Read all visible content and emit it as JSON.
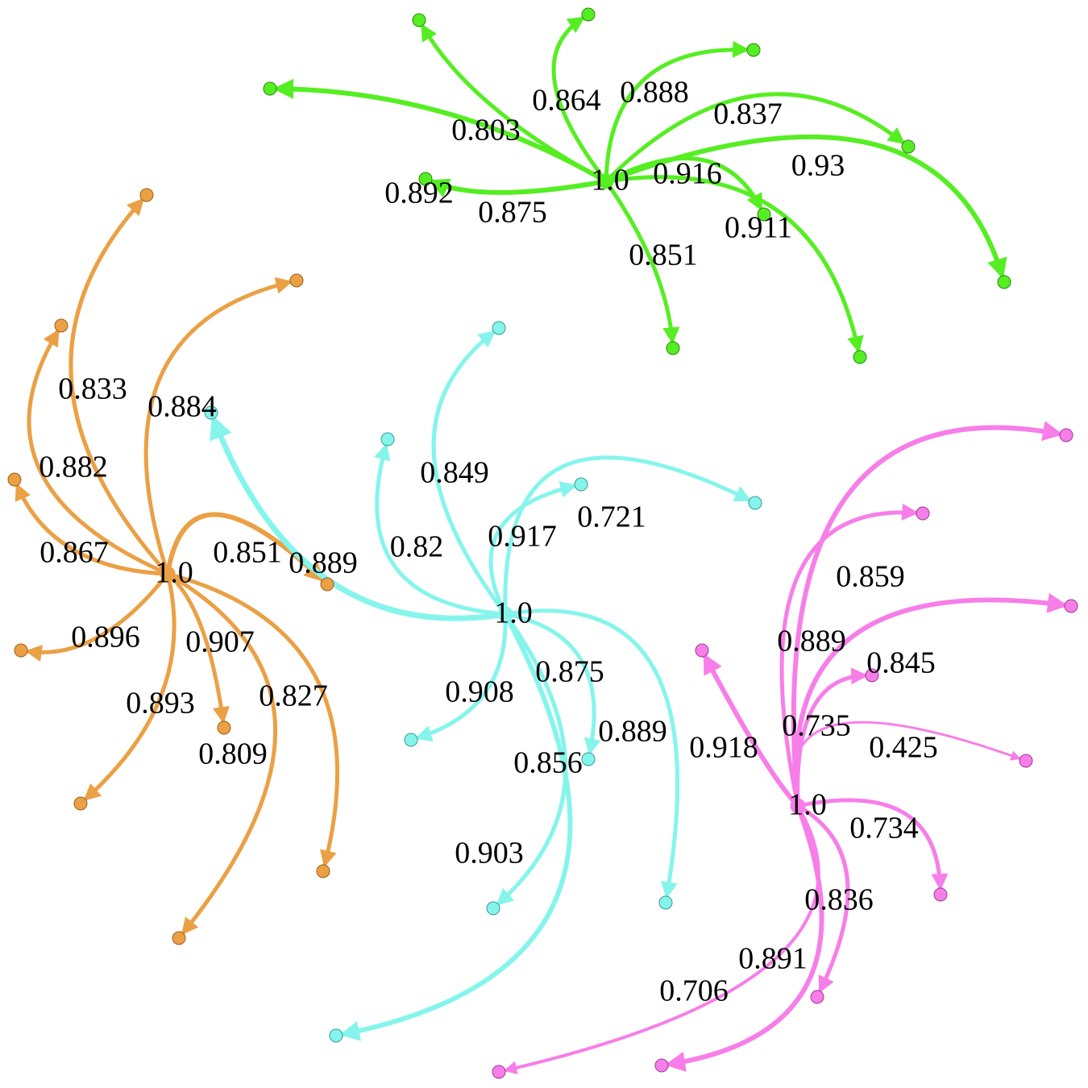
{
  "clusters": [
    {
      "name": "green",
      "color": "#55ee22",
      "node_stroke": "#2a8a10",
      "hub_label": "1.0",
      "edges": [
        {
          "label": "0.803"
        },
        {
          "label": "0.864"
        },
        {
          "label": "0.888"
        },
        {
          "label": "0.837"
        },
        {
          "label": "0.93"
        },
        {
          "label": "0.916"
        },
        {
          "label": "0.911"
        },
        {
          "label": "0.851"
        },
        {
          "label": "0.875"
        },
        {
          "label": "0.892"
        }
      ]
    },
    {
      "name": "orange",
      "color": "#eba045",
      "node_stroke": "#9a6020",
      "hub_label": "1.0",
      "edges": [
        {
          "label": "0.833"
        },
        {
          "label": "0.884"
        },
        {
          "label": "0.882"
        },
        {
          "label": "0.867"
        },
        {
          "label": "0.851"
        },
        {
          "label": "0.896"
        },
        {
          "label": "0.907"
        },
        {
          "label": "0.893"
        },
        {
          "label": "0.827"
        },
        {
          "label": "0.809"
        }
      ]
    },
    {
      "name": "cyan",
      "color": "#85f5ec",
      "node_stroke": "#3a9a95",
      "hub_label": "1.0",
      "edges": [
        {
          "label": "0.889"
        },
        {
          "label": "0.849"
        },
        {
          "label": "0.82"
        },
        {
          "label": "0.917"
        },
        {
          "label": "0.721"
        },
        {
          "label": "0.875"
        },
        {
          "label": "0.908"
        },
        {
          "label": "0.889"
        },
        {
          "label": "0.856"
        },
        {
          "label": "0.903"
        }
      ]
    },
    {
      "name": "pink",
      "color": "#f77ee8",
      "node_stroke": "#a03a95",
      "hub_label": "1.0",
      "edges": [
        {
          "label": "0.859"
        },
        {
          "label": "0.889"
        },
        {
          "label": "0.845"
        },
        {
          "label": "0.735"
        },
        {
          "label": "0.918"
        },
        {
          "label": "0.425"
        },
        {
          "label": "0.734"
        },
        {
          "label": "0.836"
        },
        {
          "label": "0.891"
        },
        {
          "label": "0.706"
        }
      ]
    }
  ]
}
